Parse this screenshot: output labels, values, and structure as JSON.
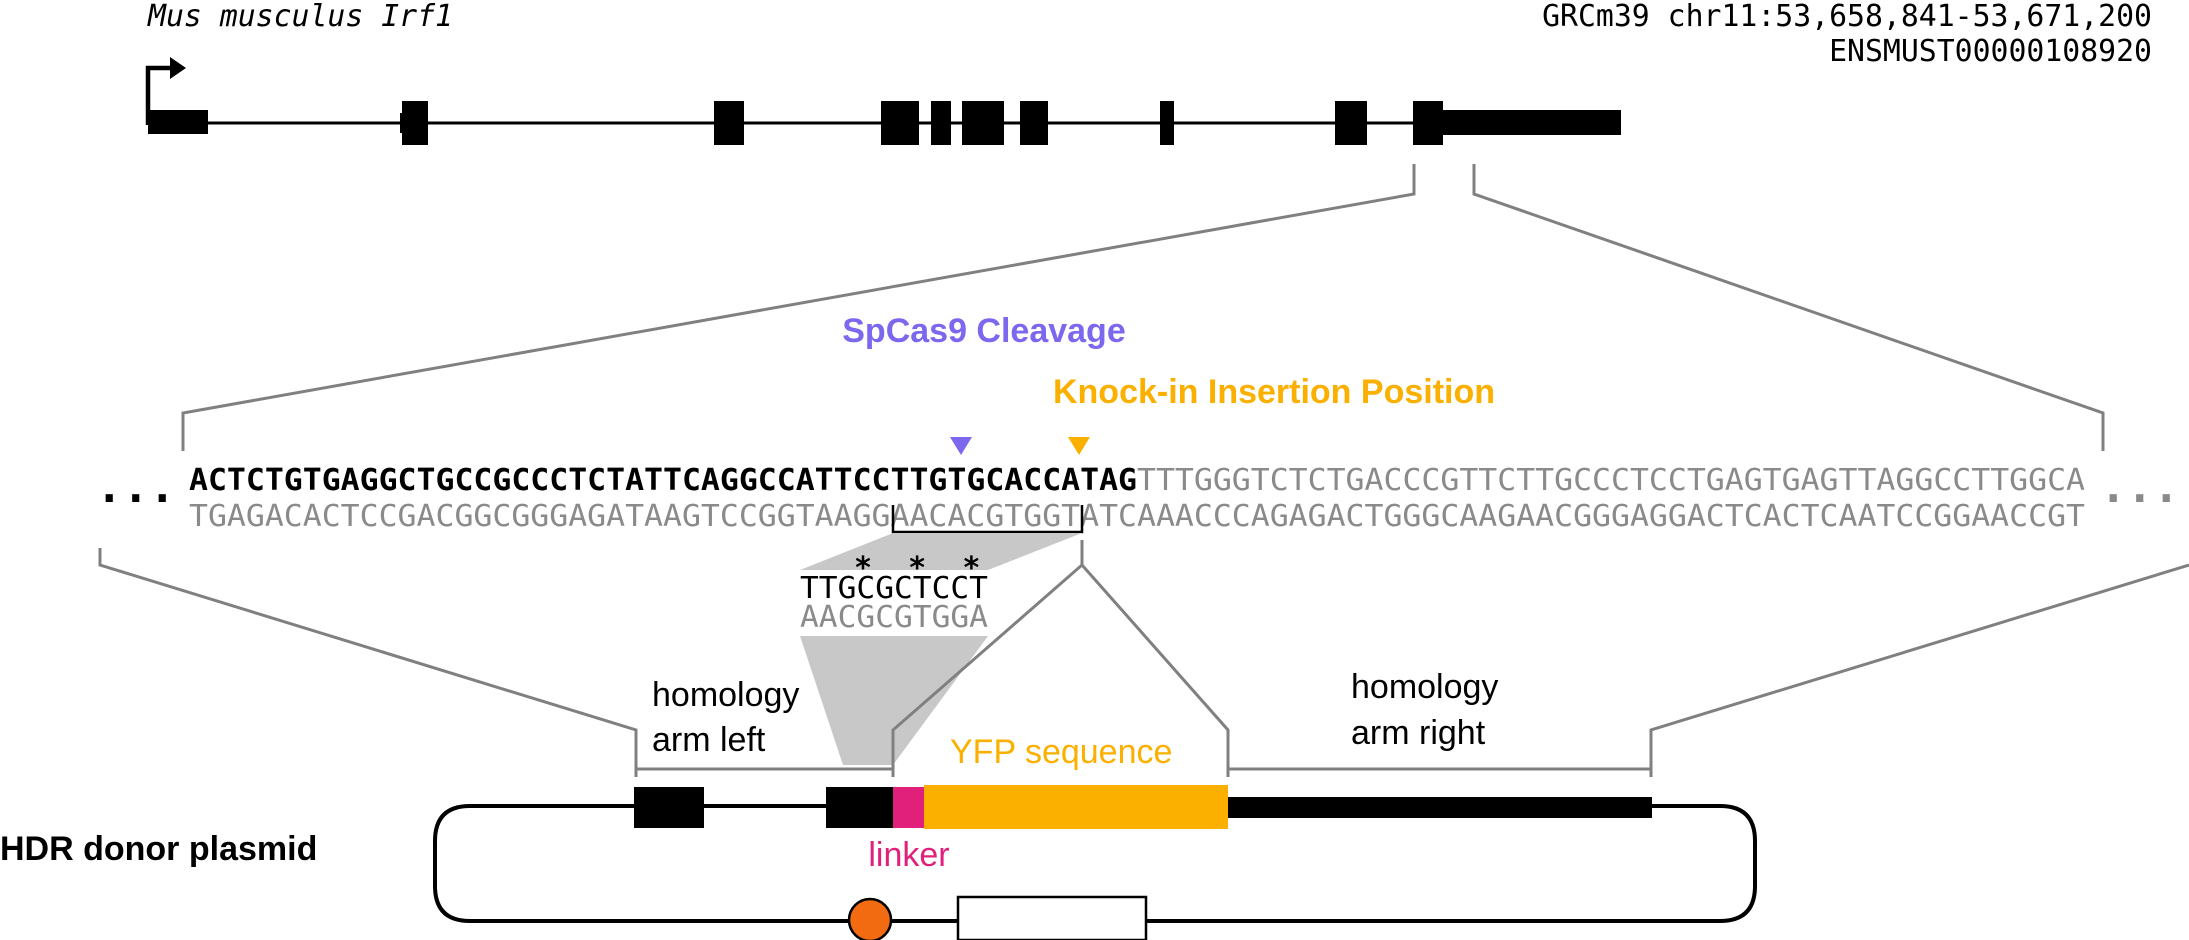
{
  "gene": {
    "organism_gene": "Mus musculus Irf1",
    "coordinates": "GRCm39 chr11:53,658,841-53,671,200",
    "transcript": "ENSMUST00000108920"
  },
  "labels": {
    "cleavage": "SpCas9 Cleavage",
    "insertion": "Knock-in Insertion Position",
    "plasmid": "HDR donor plasmid",
    "arm_left_1": "homology",
    "arm_left_2": "arm left",
    "arm_right_1": "homology",
    "arm_right_2": "arm right",
    "yfp": "YFP sequence",
    "linker": "linker"
  },
  "sequence": {
    "ellipsis_left": "...",
    "ellipsis_right": "...",
    "top_coding": "ACTCTGTGAGGCTGCCGCCCTCTATTCAGGCCATTCCTTGTGCACCATAG",
    "top_rest": "TTTGGGTCTCTGACCCGTTCTTGCCCTCCTGAGTGAGTTAGGCCTTGGCA",
    "bottom": "TGAGACACTCCGACGGCGGGAGATAAGTCCGGTAAGGAACACGTGGTATCAAACCCAGAGACTGGGCAAGAACGGGAGGACTCACTCAATCCGGAACCGT",
    "mutation_marks": "*  *  *",
    "mutated_top": "TTGCGCTCCT",
    "mutated_bottom": "AACGCGTGGA"
  },
  "colors": {
    "cleavage": "#7b68ee",
    "insertion": "#fbb000",
    "yfp": "#fbb000",
    "linker": "#e0207a",
    "origin": "#f26b10",
    "connector": "#808080",
    "shade": "#c8c8c8"
  }
}
